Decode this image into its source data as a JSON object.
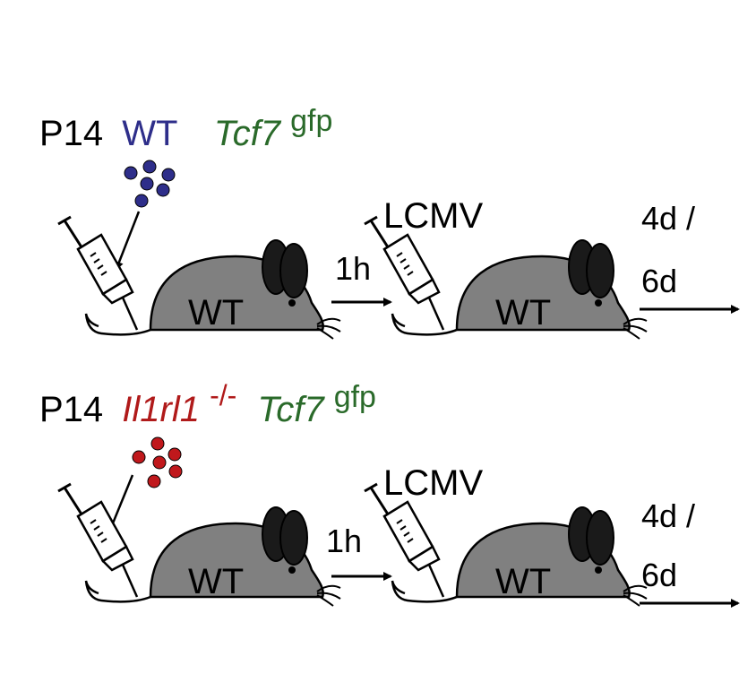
{
  "rows": [
    {
      "prefix": "P14",
      "genotype": "WT",
      "genotype_color": "#2e2e8a",
      "reporter": "Tcf7",
      "reporter_sup": "gfp",
      "reporter_color": "#2a6a2a",
      "cell_color": "#2e2e8a",
      "mouse1_label": "WT",
      "interval": "1h",
      "infection": "LCMV",
      "mouse2_label": "WT",
      "timepoint_line1": "4d /",
      "timepoint_line2": "6d"
    },
    {
      "prefix": "P14",
      "genotype": "Il1rl1",
      "genotype_sup": "-/-",
      "genotype_color": "#b01a1a",
      "reporter": "Tcf7",
      "reporter_sup": "gfp",
      "reporter_color": "#2a6a2a",
      "cell_color": "#c0181c",
      "mouse1_label": "WT",
      "interval": "1h",
      "infection": "LCMV",
      "mouse2_label": "WT",
      "timepoint_line1": "4d /",
      "timepoint_line2": "6d"
    }
  ],
  "colors": {
    "mouse_body": "#808080",
    "mouse_ear": "#1a1a1a",
    "ink": "#000000"
  }
}
